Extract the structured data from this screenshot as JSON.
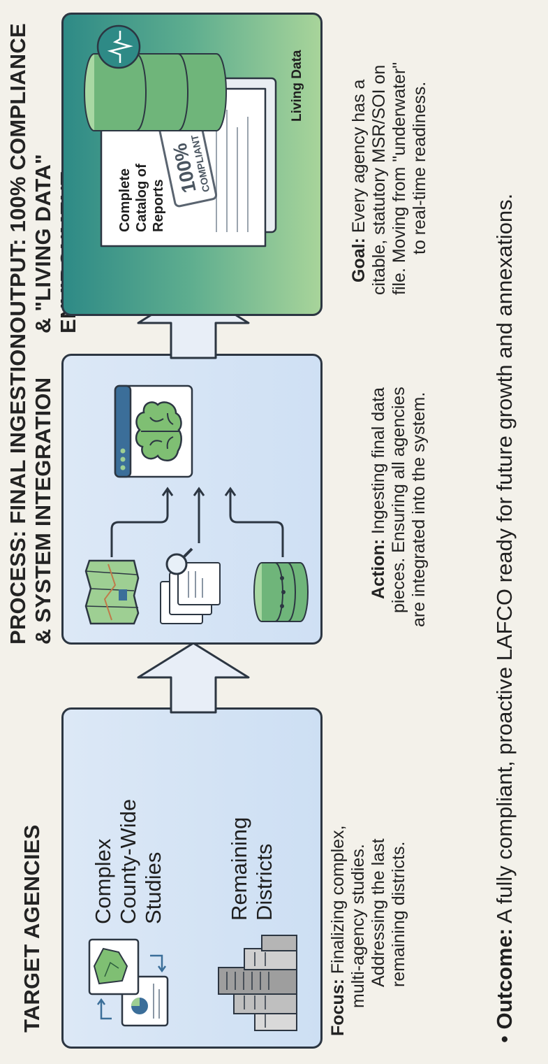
{
  "columns": {
    "target": {
      "title": "TARGET AGENCIES",
      "item1": [
        "Complex",
        "County-Wide",
        "Studies"
      ],
      "item2": [
        "Remaining",
        "Districts"
      ],
      "caption_label": "Focus:",
      "caption_text": [
        "Finalizing complex,",
        "multi-agency studies.",
        "Addressing the last",
        "remaining districts."
      ]
    },
    "process": {
      "title": [
        "PROCESS: FINAL INGESTION",
        "& SYSTEM INTEGRATION"
      ],
      "caption_label": "Action:",
      "caption_text": [
        "Ingesting final data",
        "pieces. Ensuring all agencies",
        "are integrated into the system."
      ]
    },
    "output": {
      "title": [
        "OUTPUT: 100% COMPLIANCE",
        "& \"LIVING DATA\" ENVIRONMENT"
      ],
      "doc_label": [
        "Complete",
        "Catalog of",
        "Reports"
      ],
      "stamp_big": "100%",
      "stamp_small": "COMPLIANT",
      "living_label": "Living Data",
      "caption_label": "Goal:",
      "caption_text": [
        "Every agency has a",
        "citable, statutory MSR/SOI on",
        "file. Moving from \"underwater\"",
        "to real-time readiness."
      ]
    }
  },
  "outcome": {
    "bullet": "•",
    "label": "Outcome:",
    "text": "A fully compliant, proactive LAFCO ready for future growth and annexations."
  },
  "colors": {
    "background": "#f3f1ea",
    "panel_blue": "#dbe7f5",
    "teal_top": "#2e8a86",
    "green_bottom": "#9ecf93",
    "outline": "#2c3642",
    "accent_green": "#4caf6f",
    "accent_blue": "#3b6e99"
  },
  "icons": [
    "documents-map-icon",
    "city-buildings-icon",
    "map-icon",
    "document-search-icon",
    "database-icon",
    "ai-brain-icon",
    "report-document-icon",
    "living-database-icon",
    "arrow-icon"
  ]
}
